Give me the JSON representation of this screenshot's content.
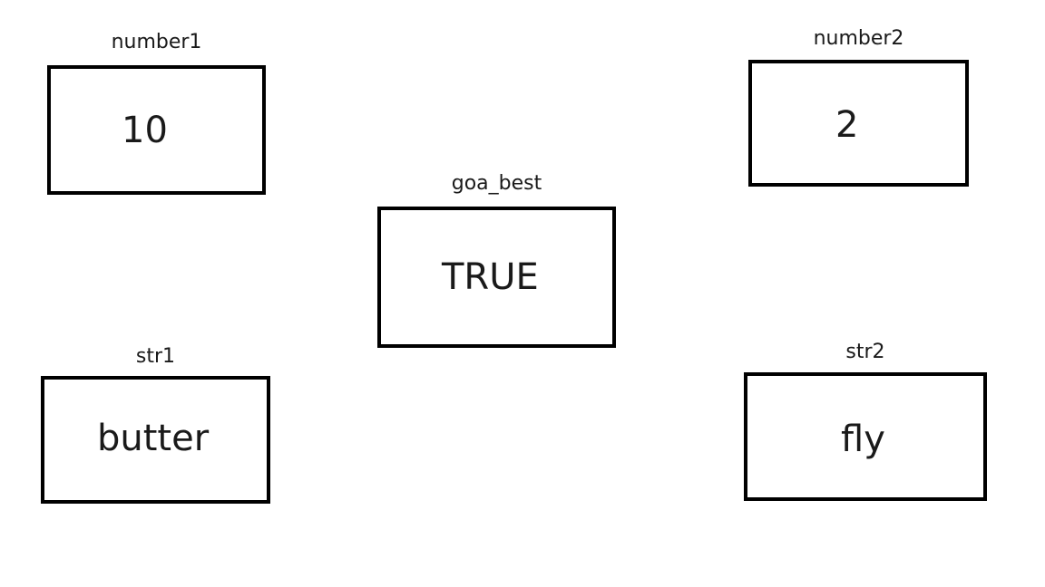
{
  "variables": {
    "number1": {
      "name": "number1",
      "value": "10"
    },
    "number2": {
      "name": "number2",
      "value": "2"
    },
    "goa_best": {
      "name": "goa_best",
      "value": "TRUE"
    },
    "str1": {
      "name": "str1",
      "value": "butter"
    },
    "str2": {
      "name": "str2",
      "value": "fly"
    }
  }
}
